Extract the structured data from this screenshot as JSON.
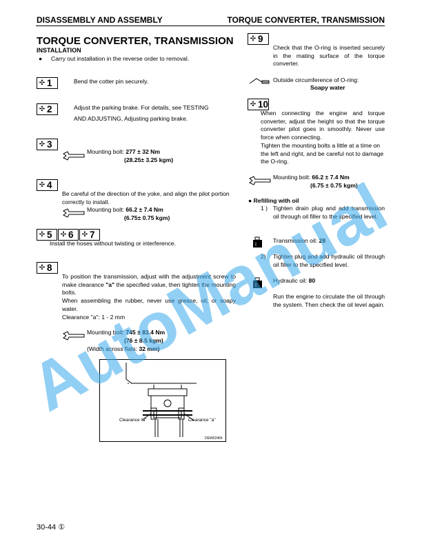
{
  "header": {
    "left": "DISASSEMBLY AND ASSEMBLY",
    "right": "TORQUE CONVERTER, TRANSMISSION"
  },
  "title": "TORQUE CONVERTER, TRANSMISSION",
  "section": "INSTALLATION",
  "intro_bullet": "Carry out installation in the reverse order to removal.",
  "steps": {
    "s1": {
      "num": "1",
      "text": "Bend the cotter pin securely."
    },
    "s2": {
      "num": "2",
      "text_1": "Adjust the parking brake.  For details, see TESTING",
      "text_2": "AND ADJUSTING, Adjusting parking brake."
    },
    "s3": {
      "num": "3",
      "bolt_label": "Mounting bolt: ",
      "bolt_value": "277 ± 32 Nm",
      "bolt_value2": "(28.25± 3.25 kgm)"
    },
    "s4": {
      "num": "4",
      "text": "Be careful of the direction of the yoke, and align the pilot portion correctly to install.",
      "bolt_label": "Mounting bolt: ",
      "bolt_value": "66.2 ± 7.4 Nm",
      "bolt_value2": "(6.75± 0.75 kgm)"
    },
    "s567": {
      "nums": [
        "5",
        "6",
        "7"
      ],
      "text": "Install the hoses without twisting or interference."
    },
    "s8": {
      "num": "8",
      "text_a": "To position the transmission, adjust with the adjustment screw to make clearance ",
      "text_b": "\"a\"",
      "text_c": " the specified value, then tighten the mounting bolts.",
      "text_d": "When assembling the rubber, never use grease, oil, or soapy water.",
      "clearance": "Clearance \"a\": 1 - 2 mm",
      "bolt_label": "Mounting bolt:   ",
      "bolt_value": "745 ± 83.4  Nm",
      "bolt_value2": "(76  ±  8.5  kgm)",
      "width_label": "(Width  across  flats:  ",
      "width_value": "32  mm)"
    },
    "s9": {
      "num": "9",
      "text": "Check that the O-ring is inserted securely in the mating surface of the torque converter.",
      "oring_label": "Outside circumference of O-ring:",
      "oring_value": "Soapy water"
    },
    "s10": {
      "num": "10",
      "text": "When connecting the engine and torque converter, adjust the height so that the torque converter pilot goes in smoothly. Never use force when connecting.",
      "text2": "Tighten the mounting bolts a little at a time on the left and right, and be careful not to damage the O-ring.",
      "bolt_label": "Mounting bolt: ",
      "bolt_value": "66.2 ± 7.4 Nm",
      "bolt_value2": "(6.75 ± 0.75 kgm)"
    }
  },
  "refilling": {
    "title": "Refilling with oil",
    "item1_num": "1 )",
    "item1_text": "Tighten drain plug and add transmission oil through oil filler to the specified level.",
    "oil1_label": "Transmission oil:  ",
    "oil1_value": "28",
    "item2_num": "2)",
    "item2_text": "Tighten plug and add hydraulic oil through oil filler to the specified level.",
    "oil2_label": "Hydraulic oil: ",
    "oil2_value": "80",
    "final_text": "Run the engine to circulate the oil through the system.  Then check the oil level again."
  },
  "figure": {
    "label_left": "Clearance \"a\"",
    "label_right": "Clearance \"a\"",
    "code": "DEW02464"
  },
  "watermark": "AutoManual",
  "footer": {
    "page": "30-44",
    "mark": "①"
  },
  "icons": {
    "step_badge": "star-arrows-icon",
    "torque": "wrench-icon",
    "oring": "brush-icon",
    "oil": "oil-can-icon"
  }
}
